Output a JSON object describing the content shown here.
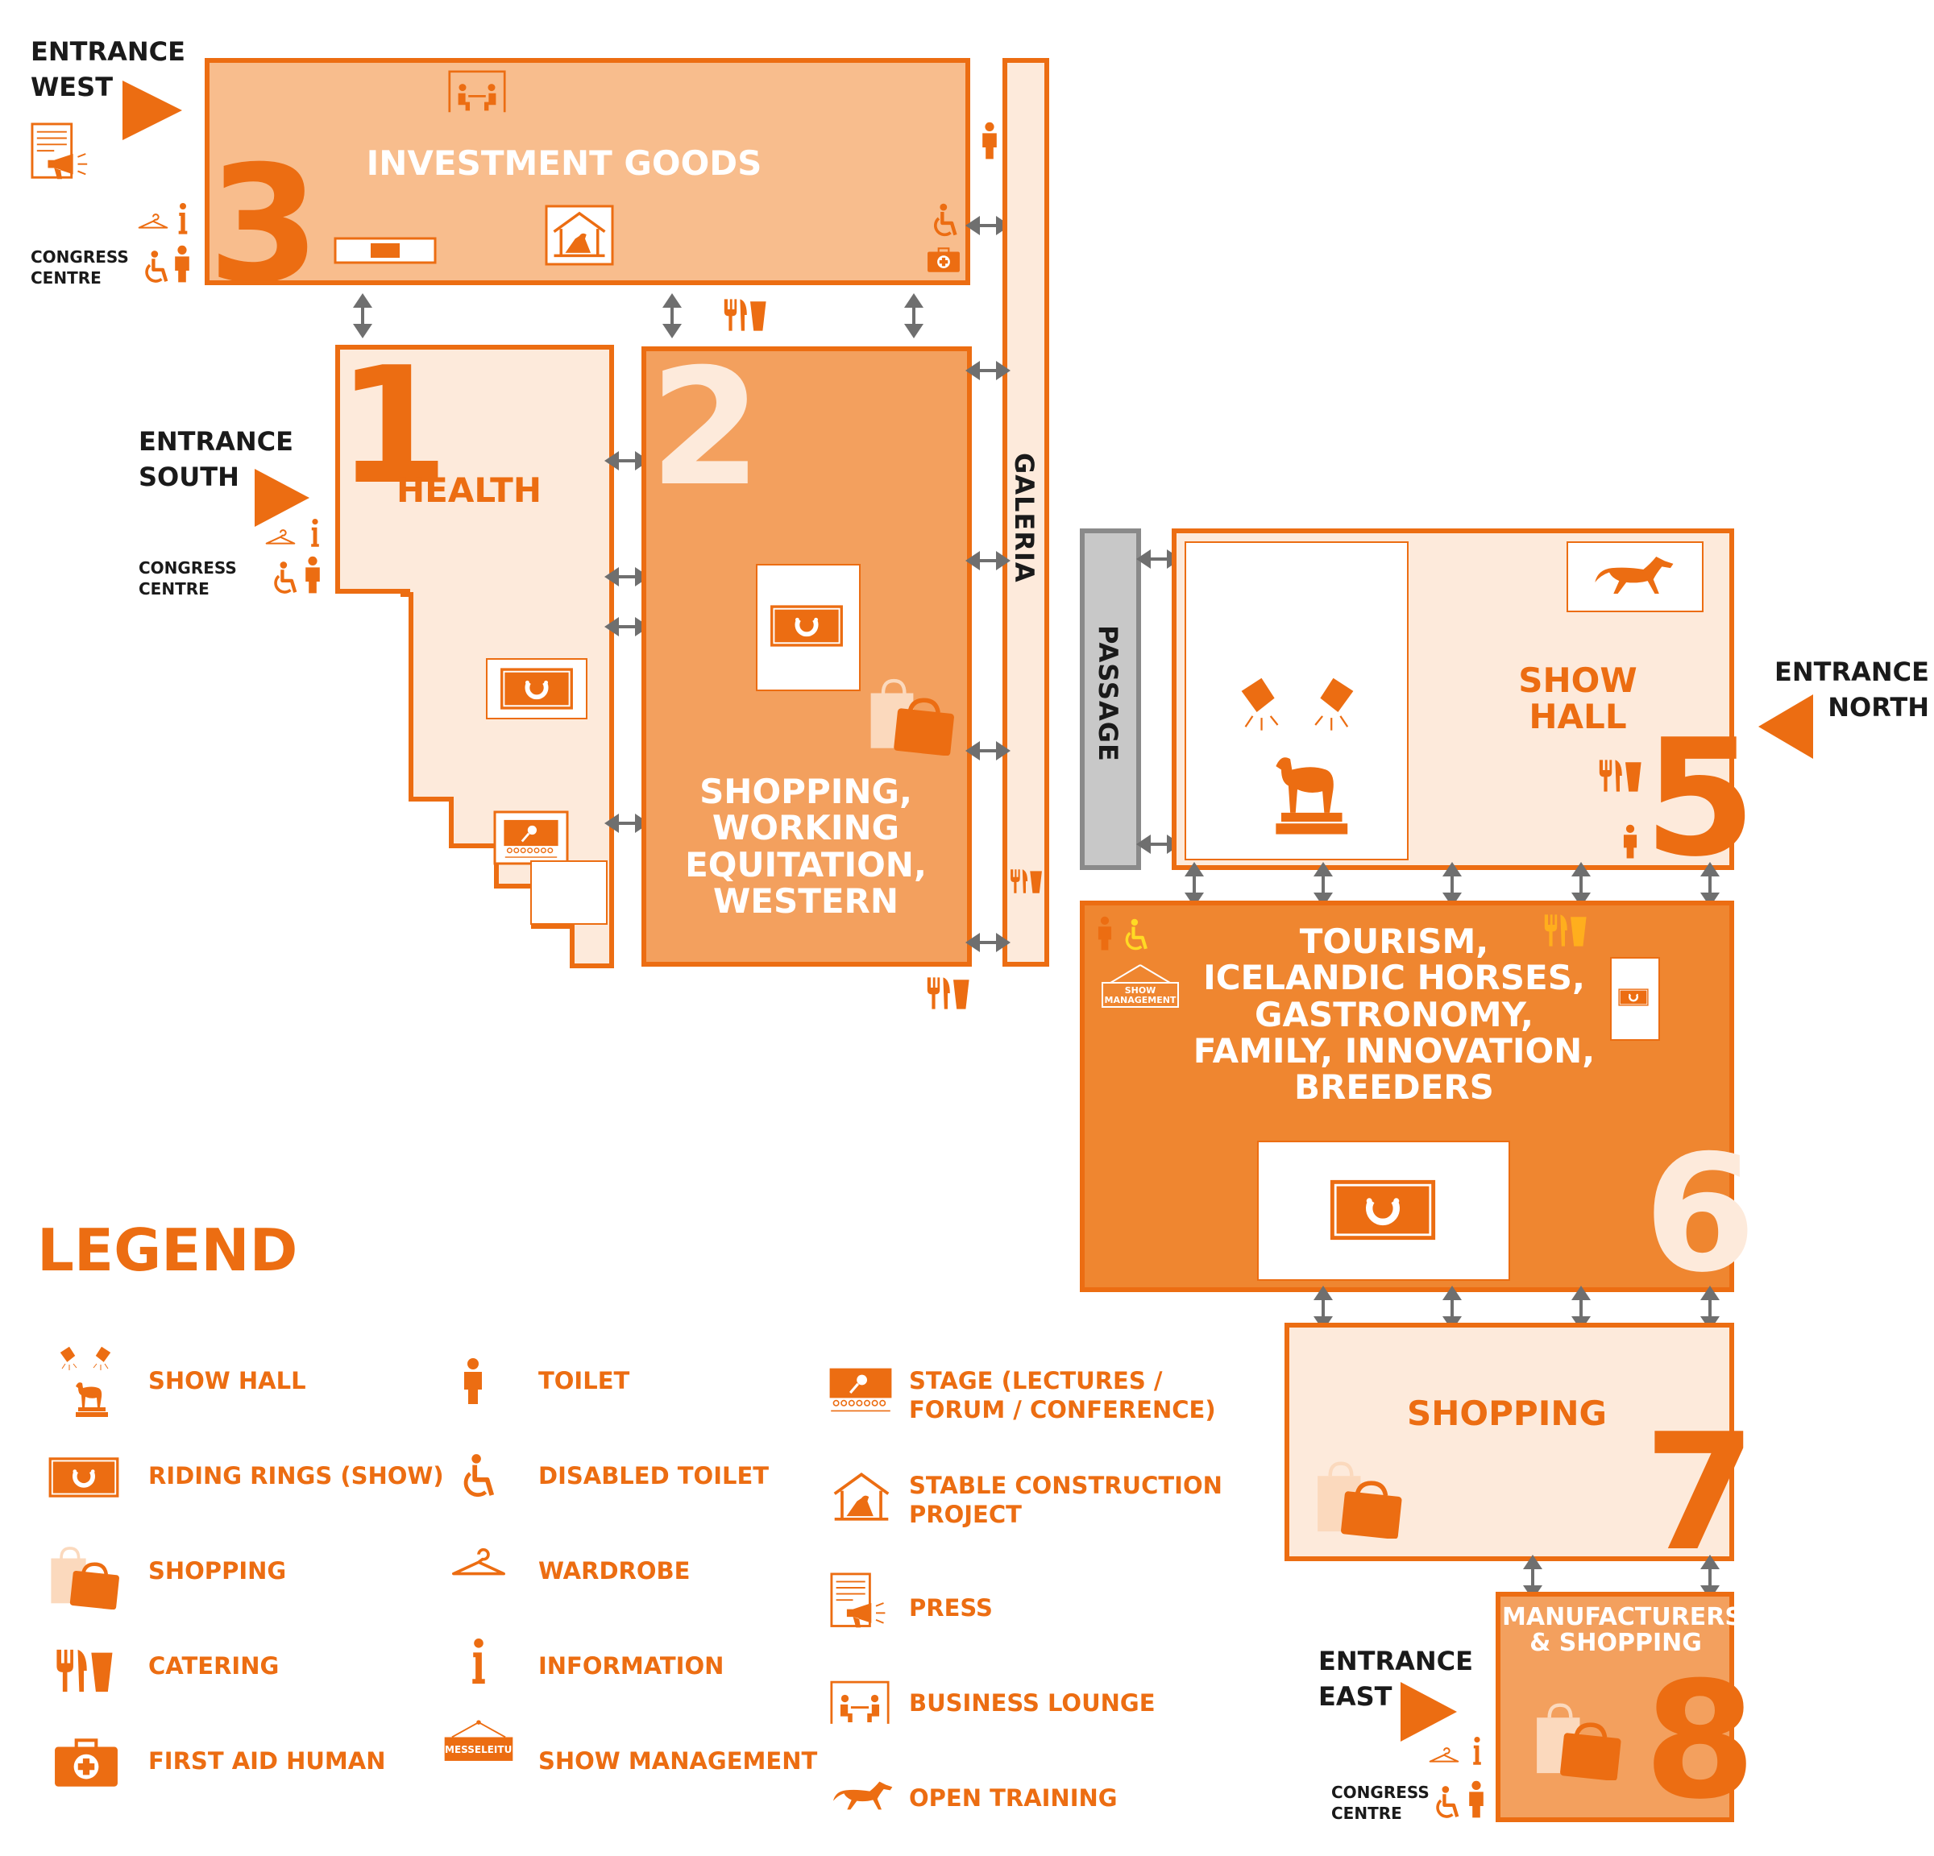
{
  "colors": {
    "orange": "#ec6d12",
    "light": "#fdeadb",
    "mid": "#f8bd8d",
    "strong": "#f3a05e",
    "deep": "#ef8630",
    "grey": "#c8c8c8",
    "connector": "#6f6f6f"
  },
  "entrances": {
    "west": "ENTRANCE\nWEST",
    "south": "ENTRANCE\nSOUTH",
    "north": "ENTRANCE\nNORTH",
    "east": "ENTRANCE\nEAST",
    "congress": "CONGRESS\nCENTRE"
  },
  "halls": {
    "h3": {
      "num": "3",
      "label": "INVESTMENT GOODS"
    },
    "h1": {
      "num": "1",
      "label": "HEALTH"
    },
    "h2": {
      "num": "2",
      "label": "SHOPPING,\nWORKING\nEQUITATION,\nWESTERN"
    },
    "h5": {
      "num": "5",
      "label": "SHOW HALL"
    },
    "h6": {
      "num": "6",
      "label": "TOURISM,\nICELANDIC HORSES,\nGASTRONOMY,\nFAMILY, INNOVATION,\nBREEDERS"
    },
    "h7": {
      "num": "7",
      "label": "SHOPPING"
    },
    "h8": {
      "num": "8",
      "label": "MANUFACTURERS\n& SHOPPING"
    },
    "galeria": "GALERIA",
    "passage": "PASSAGE"
  },
  "show_management_sign": "SHOW\nMANAGEMENT",
  "legend": {
    "title": "LEGEND",
    "items": [
      {
        "label": "SHOW HALL",
        "icon": "show-hall-icon"
      },
      {
        "label": "RIDING RINGS (SHOW)",
        "icon": "riding-ring-icon"
      },
      {
        "label": "SHOPPING",
        "icon": "shopping-bags-icon"
      },
      {
        "label": "CATERING",
        "icon": "catering-icon"
      },
      {
        "label": "FIRST AID HUMAN",
        "icon": "first-aid-icon"
      },
      {
        "label": "TOILET",
        "icon": "toilet-icon"
      },
      {
        "label": "DISABLED TOILET",
        "icon": "disabled-toilet-icon"
      },
      {
        "label": "WARDROBE",
        "icon": "wardrobe-icon"
      },
      {
        "label": "INFORMATION",
        "icon": "information-icon"
      },
      {
        "label": "SHOW MANAGEMENT",
        "icon": "show-management-icon",
        "sign": "MESSELEITUNG"
      },
      {
        "label": "STAGE (LECTURES /\nFORUM / CONFERENCE)",
        "icon": "stage-icon"
      },
      {
        "label": "STABLE CONSTRUCTION\nPROJECT",
        "icon": "stable-icon"
      },
      {
        "label": "PRESS",
        "icon": "press-icon"
      },
      {
        "label": "BUSINESS LOUNGE",
        "icon": "business-lounge-icon"
      },
      {
        "label": "OPEN TRAINING",
        "icon": "horse-icon"
      }
    ]
  }
}
